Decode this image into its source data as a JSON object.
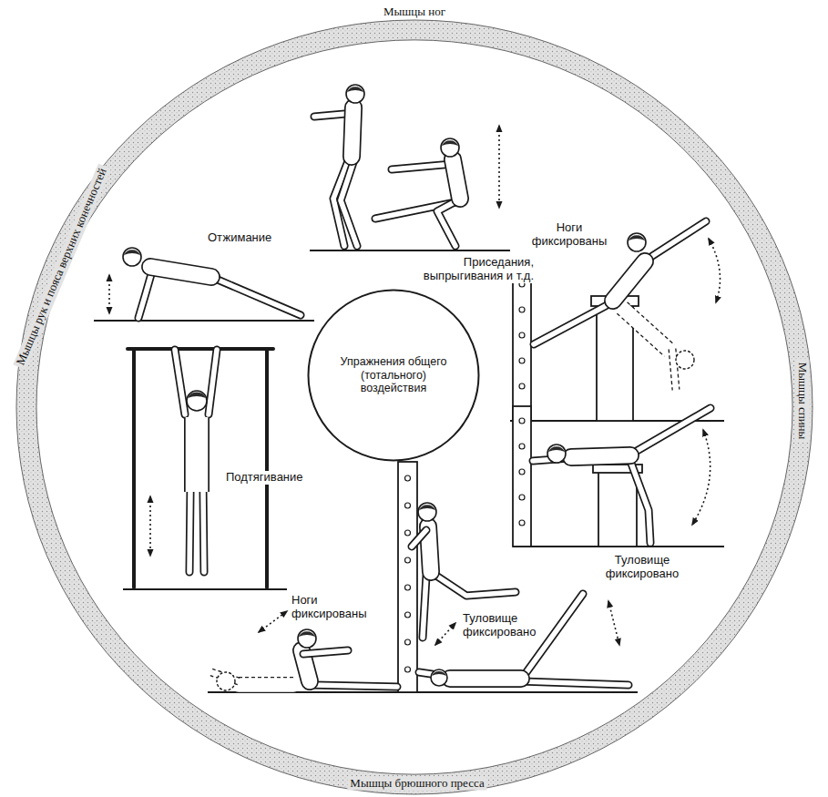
{
  "diagram": {
    "nodes": [
      {
        "text": [
          "Мышцы ног",
          "Мышцы рук и пояса верхних конечностей",
          "Мышцы спины",
          "Мышцы брюшного пресса"
        ]
      },
      {
        "text": [
          "Упражнения общего (тотального) воздействия"
        ],
        "in": 0
      }
    ],
    "labels": [
      "Ноги фиксированы",
      "Отжимание",
      "Приседания, выпрыгивания и т.д.",
      "Подтягивание",
      "Туловище фиксировано",
      "Ноги фиксированы",
      "Туловище фиксировано"
    ]
  }
}
